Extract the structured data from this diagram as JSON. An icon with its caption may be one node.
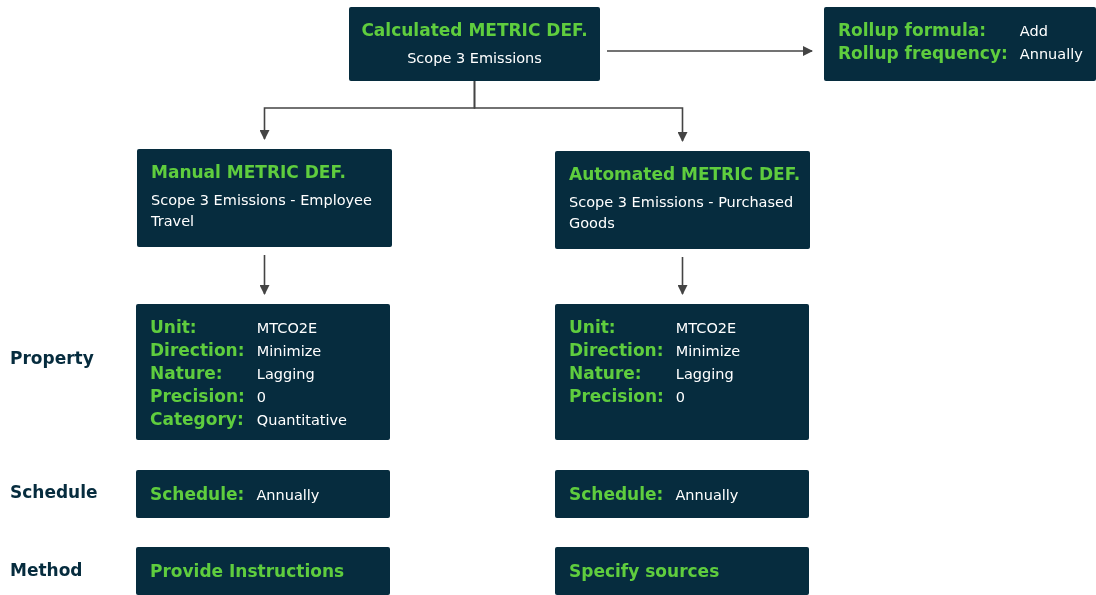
{
  "diagram": {
    "nodes": [
      {
        "text": [
          "Calculated METRIC DEF.",
          "Scope 3 Emissions"
        ]
      },
      {
        "text": [
          "Rollup formula:",
          "Add",
          "Rollup frequency:",
          "Annually"
        ]
      },
      {
        "text": [
          "Manual METRIC DEF.",
          "Scope 3 Emissions - Employee Travel"
        ]
      },
      {
        "text": [
          "Automated METRIC DEF.",
          "Scope 3 Emissions - Purchased Goods"
        ]
      },
      {
        "text": [
          "Unit:",
          "MTCO2E",
          "Direction:",
          "Minimize",
          "Nature:",
          "Lagging",
          "Precision:",
          "0",
          "Category:",
          "Quantitative"
        ]
      },
      {
        "text": [
          "Unit:",
          "MTCO2E",
          "Direction:",
          "Minimize",
          "Nature:",
          "Lagging",
          "Precision:",
          "0"
        ]
      },
      {
        "text": [
          "Schedule:",
          "Annually"
        ]
      },
      {
        "text": [
          "Schedule:",
          "Annually"
        ]
      },
      {
        "text": [
          "Provide Instructions"
        ]
      },
      {
        "text": [
          "Specify sources"
        ]
      }
    ],
    "edges": [
      {
        "from": 0,
        "to": 1,
        "arrow": "to"
      },
      {
        "from": 0,
        "to": 2,
        "arrow": "to"
      },
      {
        "from": 0,
        "to": 3,
        "arrow": "to"
      },
      {
        "from": 2,
        "to": 4,
        "arrow": "to"
      },
      {
        "from": 3,
        "to": 5,
        "arrow": "to"
      }
    ],
    "labels": [
      "Property",
      "Schedule",
      "Method"
    ]
  }
}
